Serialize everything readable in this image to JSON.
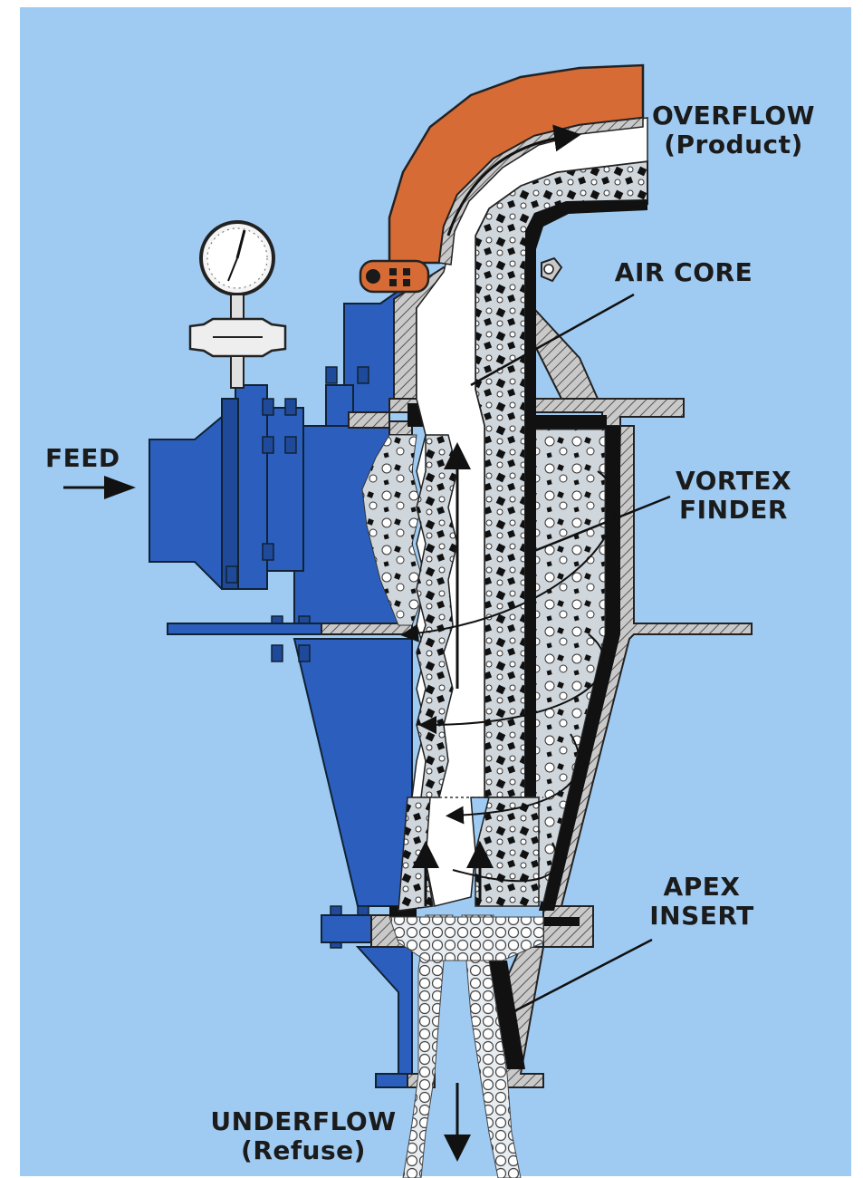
{
  "colors": {
    "background": "#9fcbf3",
    "body_blue": "#2c5fbd",
    "body_blue_dark": "#1f4a99",
    "outlet_orange": "#d76b35",
    "wall_gray": "#c9c9c9",
    "liner_black": "#111111",
    "slurry_gray": "#cfd6dc",
    "air_white": "#ffffff"
  },
  "labels": {
    "overflow_line1": "OVERFLOW",
    "overflow_line2": "(Product)",
    "air_core": "AIR CORE",
    "feed": "FEED",
    "vortex_line1": "VORTEX",
    "vortex_line2": "FINDER",
    "apex_line1": "APEX",
    "apex_line2": "INSERT",
    "underflow_line1": "UNDERFLOW",
    "underflow_line2": "(Refuse)"
  },
  "icons": {
    "gauge": "pressure-gauge-icon",
    "feed_arrow": "arrow-right-icon"
  }
}
